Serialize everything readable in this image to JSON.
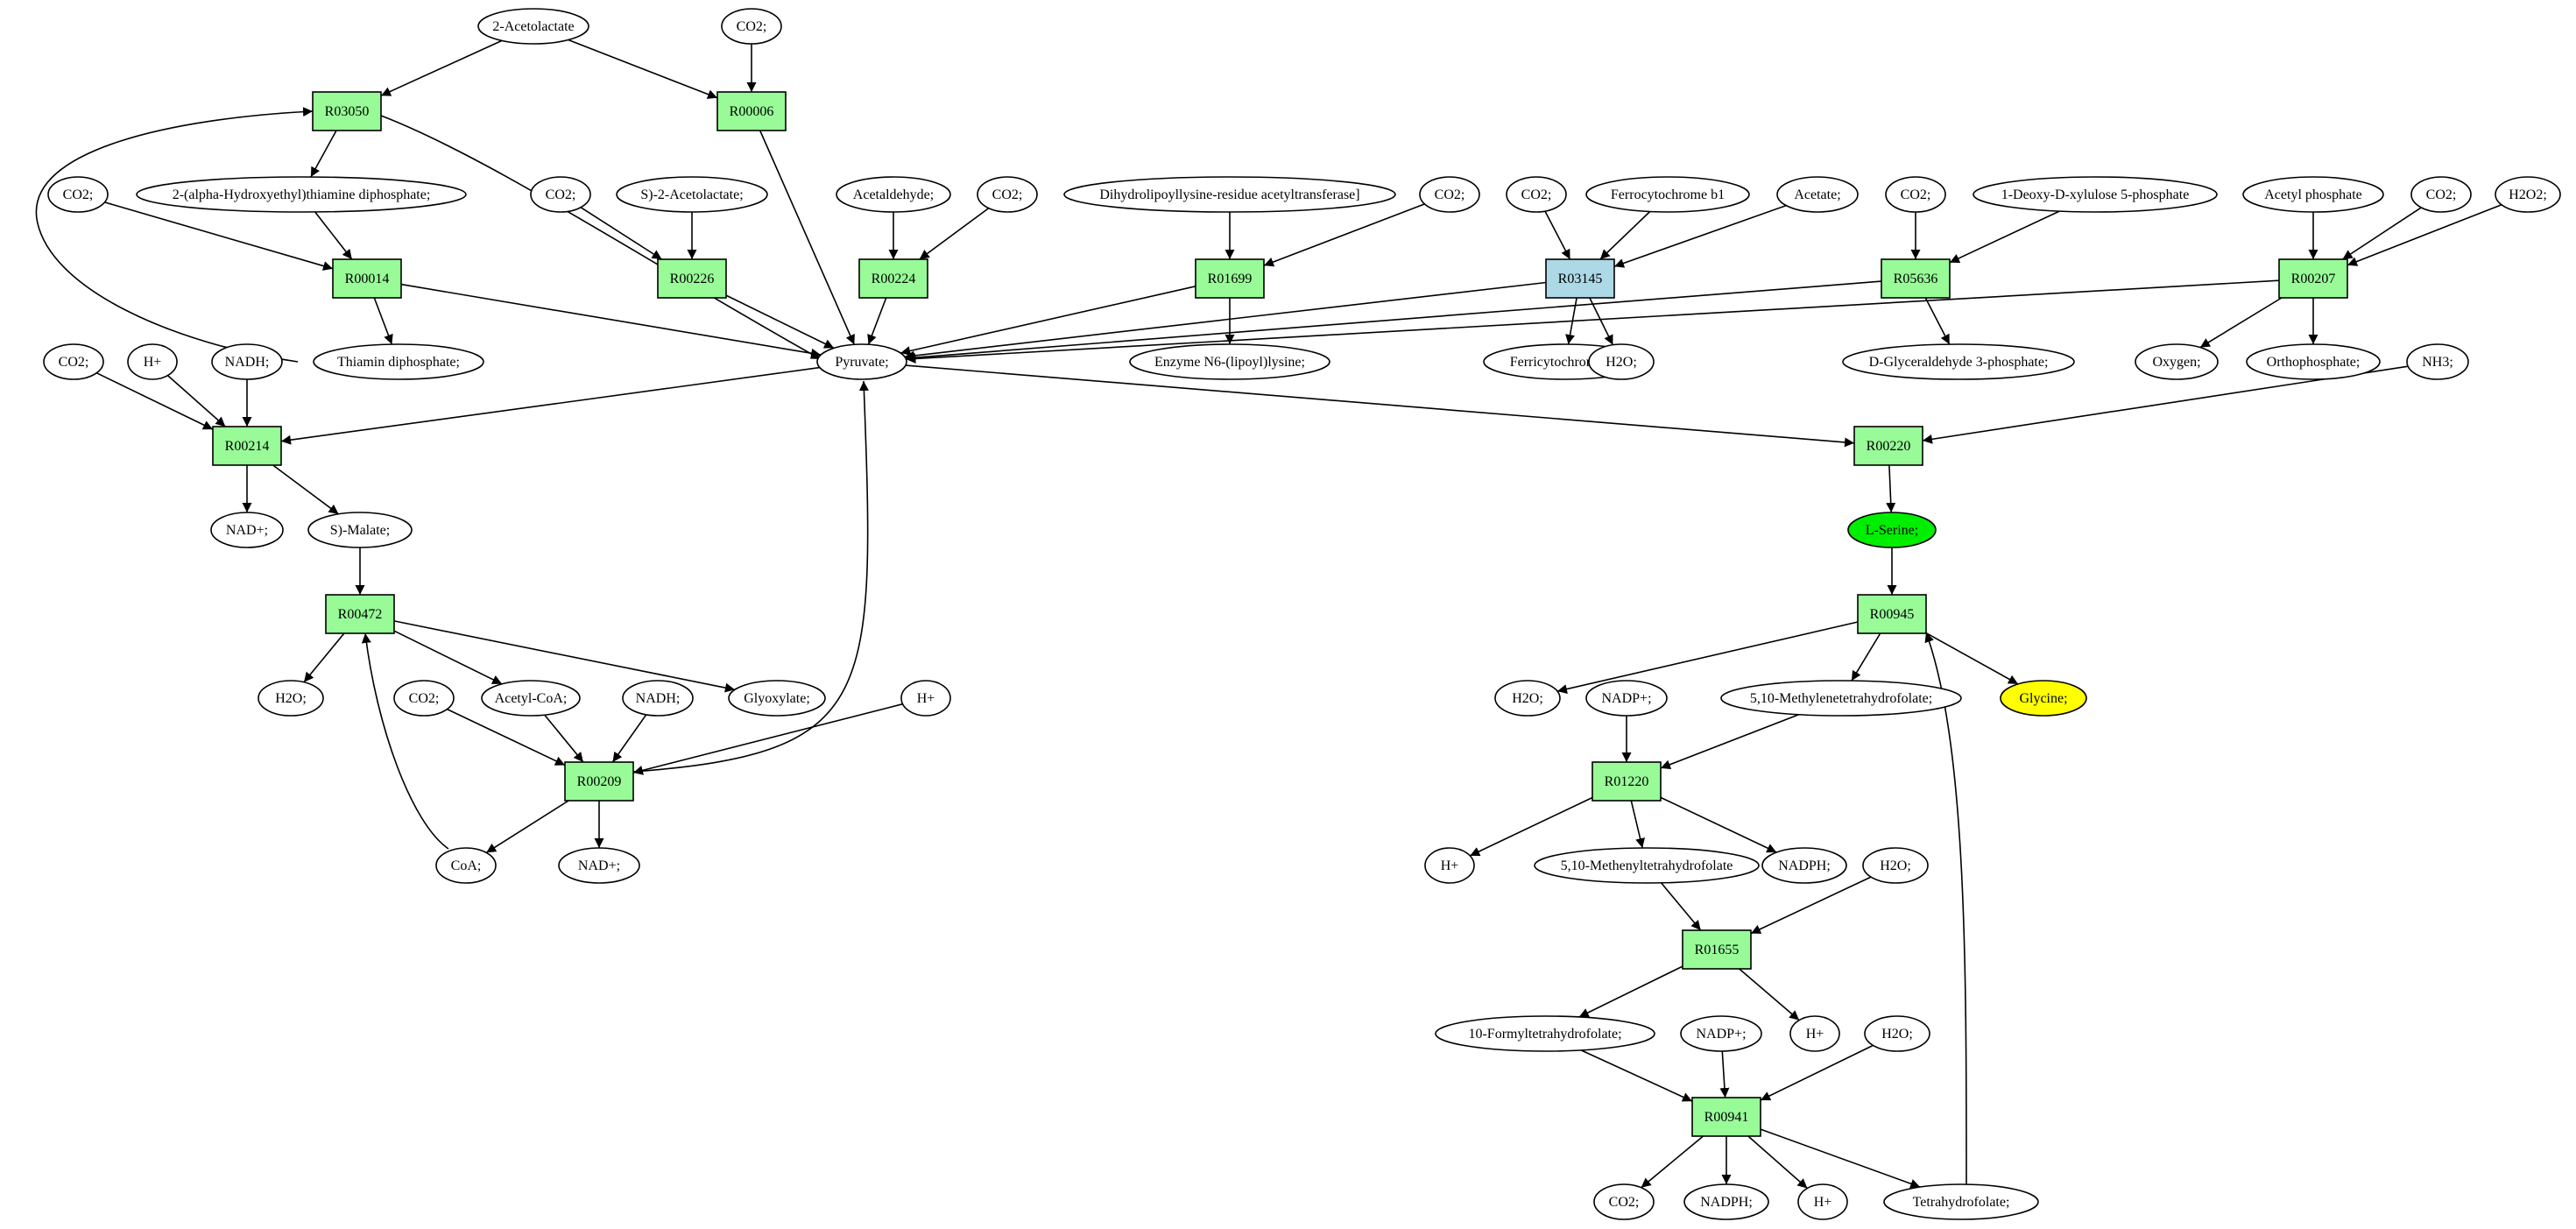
{
  "colors": {
    "reaction": "#98fb98",
    "reaction_highlight": "#add8e6",
    "compound": "#ffffff",
    "compound_start": "#00ee00",
    "compound_target": "#ffff00"
  },
  "nodes": {
    "acetolactate2": {
      "label": "2-Acetolactate",
      "kind": "compound"
    },
    "co2_a": {
      "label": "CO2;",
      "kind": "compound"
    },
    "r03050": {
      "label": "R03050",
      "kind": "reaction"
    },
    "r00006": {
      "label": "R00006",
      "kind": "reaction"
    },
    "hydroxyethyl_tpp": {
      "label": "2-(alpha-Hydroxyethyl)thiamine diphosphate;",
      "kind": "compound"
    },
    "co2_b": {
      "label": "CO2;",
      "kind": "compound"
    },
    "co2_c": {
      "label": "CO2;",
      "kind": "compound"
    },
    "s_acetolactate": {
      "label": "S)-2-Acetolactate;",
      "kind": "compound"
    },
    "acetaldehyde": {
      "label": "Acetaldehyde;",
      "kind": "compound"
    },
    "co2_d": {
      "label": "CO2;",
      "kind": "compound"
    },
    "dihydrolipoyl": {
      "label": "Dihydrolipoyllysine-residue acetyltransferase]",
      "kind": "compound"
    },
    "co2_e": {
      "label": "CO2;",
      "kind": "compound"
    },
    "co2_f": {
      "label": "CO2;",
      "kind": "compound"
    },
    "ferrocyto": {
      "label": "Ferrocytochrome b1",
      "kind": "compound"
    },
    "acetate": {
      "label": "Acetate;",
      "kind": "compound"
    },
    "co2_g": {
      "label": "CO2;",
      "kind": "compound"
    },
    "deoxyxylulose": {
      "label": "1-Deoxy-D-xylulose 5-phosphate",
      "kind": "compound"
    },
    "acetyl_phosphate": {
      "label": "Acetyl phosphate",
      "kind": "compound"
    },
    "co2_h": {
      "label": "CO2;",
      "kind": "compound"
    },
    "h2o2": {
      "label": "H2O2;",
      "kind": "compound"
    },
    "r00014": {
      "label": "R00014",
      "kind": "reaction"
    },
    "r00226": {
      "label": "R00226",
      "kind": "reaction"
    },
    "r00224": {
      "label": "R00224",
      "kind": "reaction"
    },
    "r01699": {
      "label": "R01699",
      "kind": "reaction"
    },
    "r03145": {
      "label": "R03145",
      "kind": "reaction_highlight"
    },
    "r05636": {
      "label": "R05636",
      "kind": "reaction"
    },
    "r00207": {
      "label": "R00207",
      "kind": "reaction"
    },
    "co2_i": {
      "label": "CO2;",
      "kind": "compound"
    },
    "h_a": {
      "label": "H+",
      "kind": "compound"
    },
    "nadh_a": {
      "label": "NADH;",
      "kind": "compound"
    },
    "tpp": {
      "label": "Thiamin diphosphate;",
      "kind": "compound"
    },
    "pyruvate": {
      "label": "Pyruvate;",
      "kind": "compound"
    },
    "lipoyllysine": {
      "label": "Enzyme N6-(lipoyl)lysine;",
      "kind": "compound"
    },
    "ferricyto": {
      "label": "Ferricytochrome b1",
      "kind": "compound"
    },
    "h2o_a": {
      "label": "H2O;",
      "kind": "compound"
    },
    "g3p": {
      "label": "D-Glyceraldehyde 3-phosphate;",
      "kind": "compound"
    },
    "oxygen": {
      "label": "Oxygen;",
      "kind": "compound"
    },
    "orthophosphate": {
      "label": "Orthophosphate;",
      "kind": "compound"
    },
    "nh3": {
      "label": "NH3;",
      "kind": "compound"
    },
    "r00214": {
      "label": "R00214",
      "kind": "reaction"
    },
    "r00220": {
      "label": "R00220",
      "kind": "reaction"
    },
    "nadp_a": {
      "label": "NAD+;",
      "kind": "compound"
    },
    "s_malate": {
      "label": "S)-Malate;",
      "kind": "compound"
    },
    "lserine": {
      "label": "L-Serine;",
      "kind": "compound_start"
    },
    "r00472": {
      "label": "R00472",
      "kind": "reaction"
    },
    "r00945": {
      "label": "R00945",
      "kind": "reaction"
    },
    "h2o_b": {
      "label": "H2O;",
      "kind": "compound"
    },
    "co2_j": {
      "label": "CO2;",
      "kind": "compound"
    },
    "acetylcoa": {
      "label": "Acetyl-CoA;",
      "kind": "compound"
    },
    "nadh_b": {
      "label": "NADH;",
      "kind": "compound"
    },
    "glyoxylate": {
      "label": "Glyoxylate;",
      "kind": "compound"
    },
    "h_b": {
      "label": "H+",
      "kind": "compound"
    },
    "h2o_c": {
      "label": "H2O;",
      "kind": "compound"
    },
    "nadpplus_a": {
      "label": "NADP+;",
      "kind": "compound"
    },
    "methylenethf": {
      "label": "5,10-Methylenetetrahydrofolate;",
      "kind": "compound"
    },
    "glycine": {
      "label": "Glycine;",
      "kind": "compound_target"
    },
    "r00209": {
      "label": "R00209",
      "kind": "reaction"
    },
    "r01220": {
      "label": "R01220",
      "kind": "reaction"
    },
    "coa": {
      "label": "CoA;",
      "kind": "compound"
    },
    "nadplus_b": {
      "label": "NAD+;",
      "kind": "compound"
    },
    "h_c": {
      "label": "H+",
      "kind": "compound"
    },
    "methenylthf": {
      "label": "5,10-Methenyltetrahydrofolate",
      "kind": "compound"
    },
    "nadph_a": {
      "label": "NADPH;",
      "kind": "compound"
    },
    "h2o_d": {
      "label": "H2O;",
      "kind": "compound"
    },
    "r01655": {
      "label": "R01655",
      "kind": "reaction"
    },
    "formylthf": {
      "label": "10-Formyltetrahydrofolate;",
      "kind": "compound"
    },
    "nadpplus_b": {
      "label": "NADP+;",
      "kind": "compound"
    },
    "h_d": {
      "label": "H+",
      "kind": "compound"
    },
    "h2o_e": {
      "label": "H2O;",
      "kind": "compound"
    },
    "r00941": {
      "label": "R00941",
      "kind": "reaction"
    },
    "co2_k": {
      "label": "CO2;",
      "kind": "compound"
    },
    "nadph_b": {
      "label": "NADPH;",
      "kind": "compound"
    },
    "h_e": {
      "label": "H+",
      "kind": "compound"
    },
    "thf": {
      "label": "Tetrahydrofolate;",
      "kind": "compound"
    }
  },
  "edges": [
    [
      "acetolactate2",
      "r03050"
    ],
    [
      "acetolactate2",
      "r00006"
    ],
    [
      "co2_a",
      "r00006"
    ],
    [
      "r03050",
      "hydroxyethyl_tpp"
    ],
    [
      "r03050",
      "pyruvate"
    ],
    [
      "r00006",
      "pyruvate"
    ],
    [
      "tpp",
      "r03050"
    ],
    [
      "hydroxyethyl_tpp",
      "r00014"
    ],
    [
      "co2_b",
      "r00014"
    ],
    [
      "r00014",
      "tpp"
    ],
    [
      "r00014",
      "pyruvate"
    ],
    [
      "co2_c",
      "r00226"
    ],
    [
      "s_acetolactate",
      "r00226"
    ],
    [
      "r00226",
      "pyruvate"
    ],
    [
      "acetaldehyde",
      "r00224"
    ],
    [
      "co2_d",
      "r00224"
    ],
    [
      "r00224",
      "pyruvate"
    ],
    [
      "dihydrolipoyl",
      "r01699"
    ],
    [
      "co2_e",
      "r01699"
    ],
    [
      "r01699",
      "lipoyllysine"
    ],
    [
      "r01699",
      "pyruvate"
    ],
    [
      "co2_f",
      "r03145"
    ],
    [
      "ferrocyto",
      "r03145"
    ],
    [
      "acetate",
      "r03145"
    ],
    [
      "r03145",
      "ferricyto"
    ],
    [
      "r03145",
      "h2o_a"
    ],
    [
      "r03145",
      "pyruvate"
    ],
    [
      "co2_g",
      "r05636"
    ],
    [
      "deoxyxylulose",
      "r05636"
    ],
    [
      "r05636",
      "g3p"
    ],
    [
      "r05636",
      "pyruvate"
    ],
    [
      "acetyl_phosphate",
      "r00207"
    ],
    [
      "co2_h",
      "r00207"
    ],
    [
      "h2o2",
      "r00207"
    ],
    [
      "r00207",
      "oxygen"
    ],
    [
      "r00207",
      "orthophosphate"
    ],
    [
      "r00207",
      "pyruvate"
    ],
    [
      "co2_i",
      "r00214"
    ],
    [
      "h_a",
      "r00214"
    ],
    [
      "nadh_a",
      "r00214"
    ],
    [
      "pyruvate",
      "r00214"
    ],
    [
      "r00214",
      "nadp_a"
    ],
    [
      "r00214",
      "s_malate"
    ],
    [
      "s_malate",
      "r00472"
    ],
    [
      "coa",
      "r00472"
    ],
    [
      "r00472",
      "h2o_b"
    ],
    [
      "r00472",
      "acetylcoa"
    ],
    [
      "r00472",
      "glyoxylate"
    ],
    [
      "co2_j",
      "r00209"
    ],
    [
      "acetylcoa",
      "r00209"
    ],
    [
      "nadh_b",
      "r00209"
    ],
    [
      "h_b",
      "r00209"
    ],
    [
      "r00209",
      "coa"
    ],
    [
      "r00209",
      "nadplus_b"
    ],
    [
      "r00209",
      "pyruvate"
    ],
    [
      "pyruvate",
      "r00220"
    ],
    [
      "nh3",
      "r00220"
    ],
    [
      "r00220",
      "lserine"
    ],
    [
      "lserine",
      "r00945"
    ],
    [
      "thf",
      "r00945"
    ],
    [
      "r00945",
      "h2o_c"
    ],
    [
      "r00945",
      "methylenethf"
    ],
    [
      "r00945",
      "glycine"
    ],
    [
      "nadpplus_a",
      "r01220"
    ],
    [
      "methylenethf",
      "r01220"
    ],
    [
      "r01220",
      "h_c"
    ],
    [
      "r01220",
      "methenylthf"
    ],
    [
      "r01220",
      "nadph_a"
    ],
    [
      "methenylthf",
      "r01655"
    ],
    [
      "h2o_d",
      "r01655"
    ],
    [
      "r01655",
      "formylthf"
    ],
    [
      "r01655",
      "h_d"
    ],
    [
      "formylthf",
      "r00941"
    ],
    [
      "nadpplus_b",
      "r00941"
    ],
    [
      "h2o_e",
      "r00941"
    ],
    [
      "r00941",
      "co2_k"
    ],
    [
      "r00941",
      "nadph_b"
    ],
    [
      "r00941",
      "h_e"
    ],
    [
      "r00941",
      "thf"
    ]
  ]
}
